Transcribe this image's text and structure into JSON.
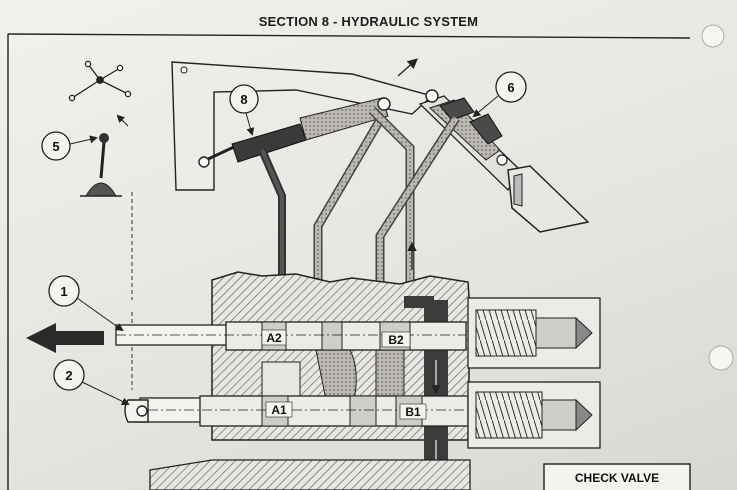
{
  "header": {
    "title": "SECTION 8 - HYDRAULIC SYSTEM"
  },
  "callouts": {
    "c1": "1",
    "c2": "2",
    "c5": "5",
    "c6": "6",
    "c8": "8"
  },
  "ports": {
    "a2": "A2",
    "b2": "B2",
    "a1": "A1",
    "b1": "B1"
  },
  "legend_box": {
    "title": "CHECK VALVE"
  }
}
